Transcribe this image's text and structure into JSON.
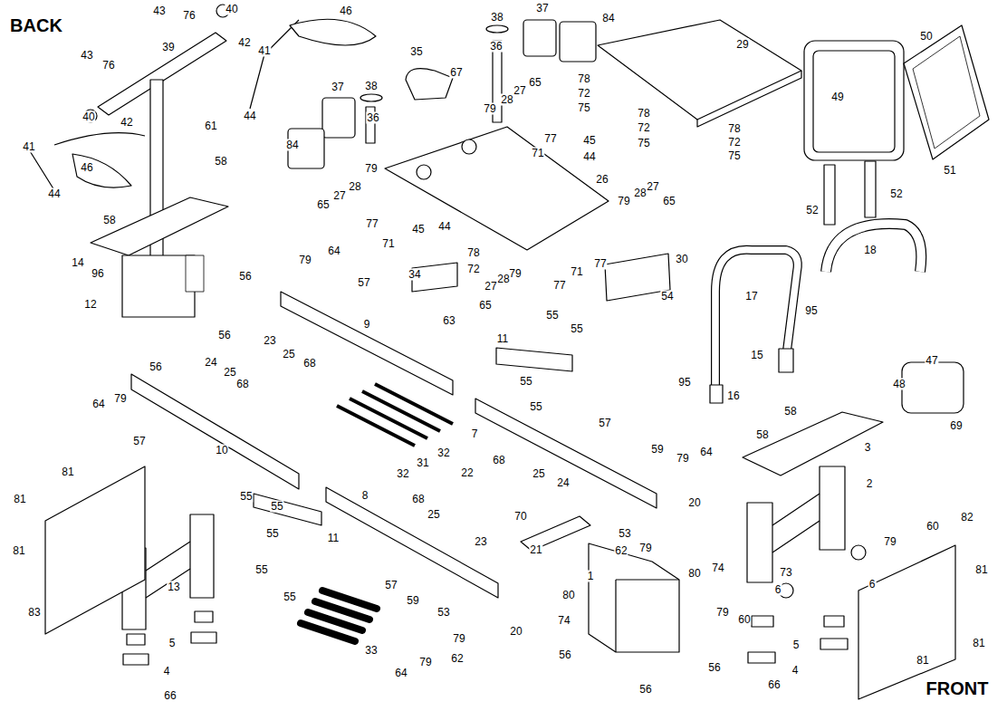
{
  "diagram": {
    "labels": [
      "BACK",
      "43",
      "76",
      "40",
      "46",
      "43",
      "76",
      "39",
      "42",
      "41",
      "40",
      "42",
      "61",
      "44",
      "41",
      "44",
      "46",
      "58",
      "58",
      "14",
      "96",
      "12",
      "56",
      "56",
      "56",
      "38",
      "37",
      "84",
      "36",
      "35",
      "67",
      "38",
      "37",
      "36",
      "84",
      "29",
      "79",
      "28",
      "27",
      "65",
      "78",
      "72",
      "75",
      "78",
      "72",
      "75",
      "78",
      "72",
      "75",
      "77",
      "71",
      "45",
      "44",
      "26",
      "79",
      "28",
      "27",
      "65",
      "79",
      "28",
      "27",
      "65",
      "77",
      "71",
      "45",
      "44",
      "78",
      "72",
      "77",
      "71",
      "79",
      "28",
      "27",
      "65",
      "77",
      "49",
      "50",
      "51",
      "52",
      "52",
      "79",
      "64",
      "57",
      "9",
      "23",
      "25",
      "68",
      "34",
      "63",
      "30",
      "54",
      "11",
      "55",
      "55",
      "55",
      "55",
      "17",
      "18",
      "95",
      "95",
      "15",
      "16",
      "47",
      "48",
      "69",
      "24",
      "25",
      "68",
      "64",
      "79",
      "57",
      "10",
      "22",
      "32",
      "31",
      "32",
      "7",
      "57",
      "59",
      "79",
      "64",
      "68",
      "25",
      "24",
      "70",
      "20",
      "53",
      "62",
      "79",
      "21",
      "3",
      "58",
      "58",
      "2",
      "60",
      "79",
      "73",
      "6",
      "6",
      "60",
      "79",
      "82",
      "81",
      "81",
      "81",
      "81",
      "81",
      "81",
      "83",
      "13",
      "5",
      "4",
      "66",
      "55",
      "55",
      "55",
      "55",
      "55",
      "11",
      "8",
      "68",
      "25",
      "23",
      "57",
      "59",
      "53",
      "33",
      "64",
      "79",
      "79",
      "62",
      "20",
      "1",
      "74",
      "80",
      "80",
      "74",
      "56",
      "56",
      "56",
      "5",
      "4",
      "66",
      "FRONT"
    ]
  }
}
